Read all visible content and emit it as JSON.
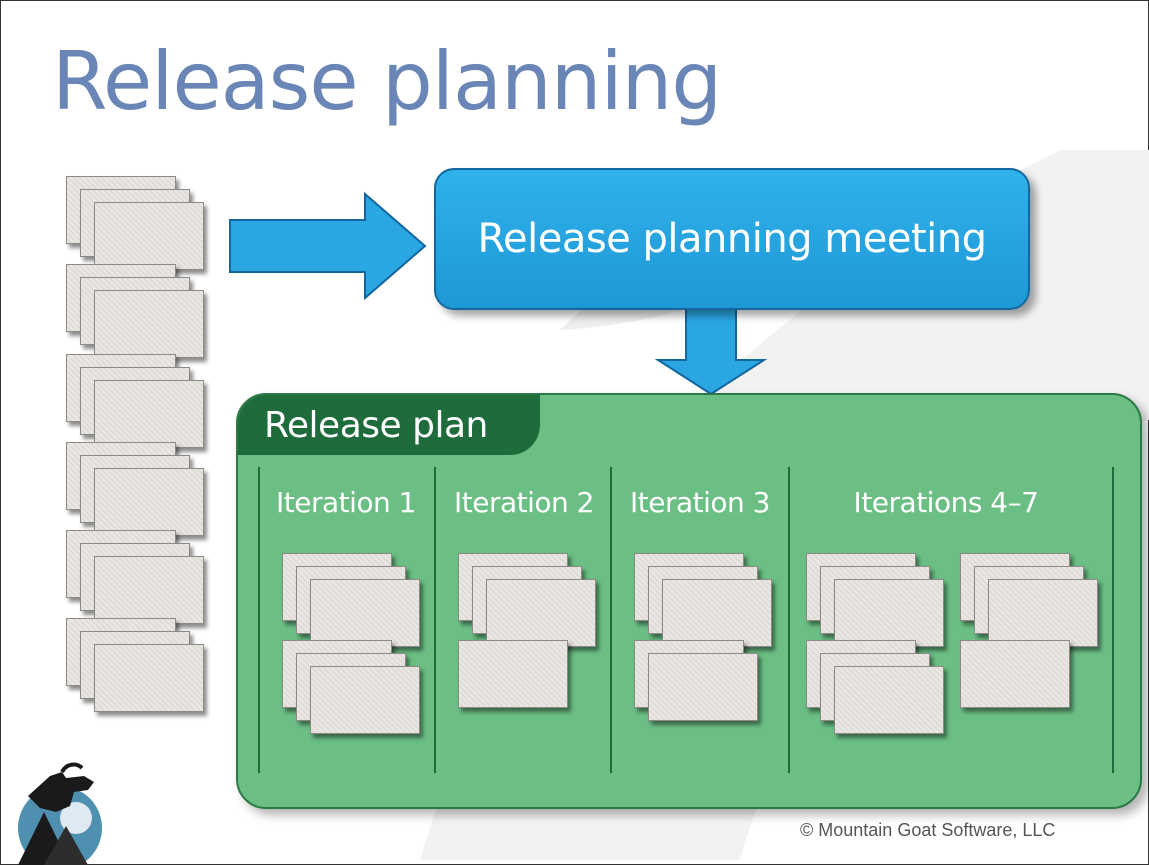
{
  "title": "Release planning",
  "meeting": {
    "label": "Release planning meeting"
  },
  "plan": {
    "label": "Release plan",
    "iterations": [
      {
        "label": "Iteration 1",
        "card_groups": [
          3,
          3
        ]
      },
      {
        "label": "Iteration 2",
        "card_groups": [
          3,
          1
        ]
      },
      {
        "label": "Iteration 3",
        "card_groups": [
          3,
          2
        ]
      },
      {
        "label": "Iterations 4–7",
        "card_groups": [
          3,
          3,
          3,
          1
        ]
      }
    ]
  },
  "backlog": {
    "stack_count": 6,
    "cards_per_stack": 3
  },
  "copyright": "© Mountain Goat Software, LLC",
  "logo": {
    "icon": "mountain-goat-logo-icon"
  },
  "colors": {
    "title": "#6a86b6",
    "meeting_box": "#1f97d6",
    "plan_box": "#6bbf85",
    "plan_tab": "#1e6b3b",
    "card": "#e6e3df"
  }
}
